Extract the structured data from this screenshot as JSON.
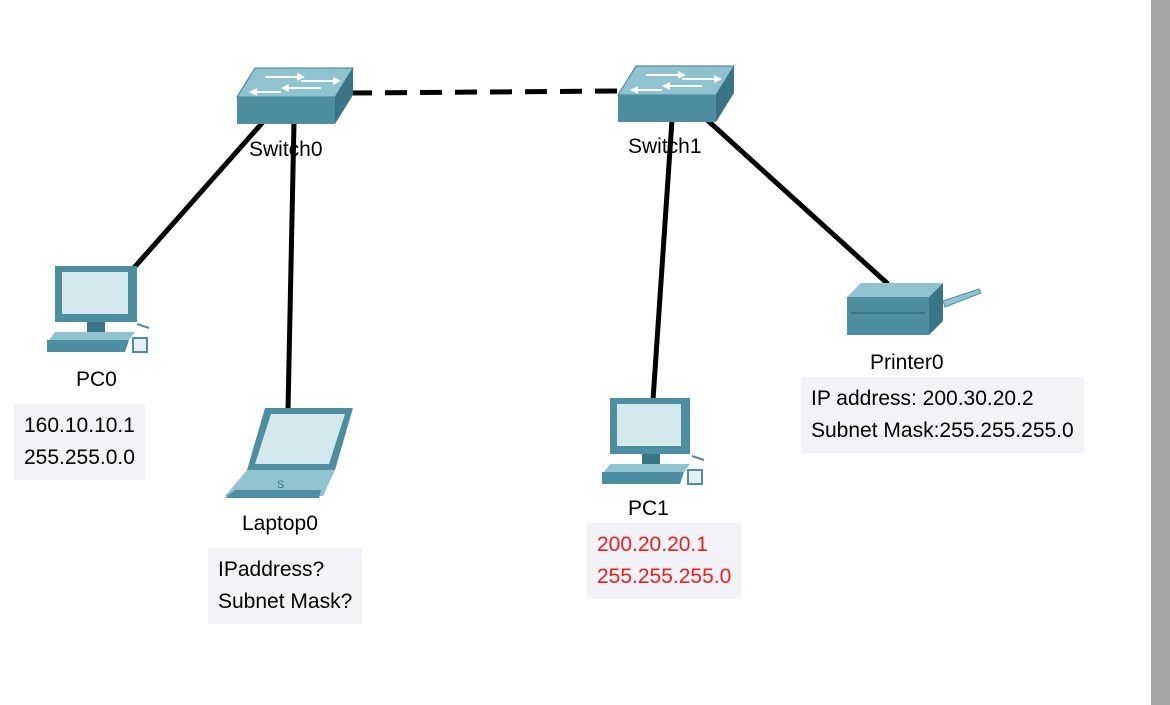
{
  "colors": {
    "device_teal": "#4d8ea0",
    "device_light": "#8fc3d0",
    "screen": "#d3e9ee",
    "link": "#000000",
    "note_bg": "#f3f3f7",
    "red_text": "#ee1d1d"
  },
  "devices": {
    "switch0": {
      "label": "Switch0",
      "icon": "switch-icon"
    },
    "switch1": {
      "label": "Switch1",
      "icon": "switch-icon"
    },
    "pc0": {
      "label": "PC0",
      "icon": "pc-icon"
    },
    "laptop0": {
      "label": "Laptop0",
      "icon": "laptop-icon"
    },
    "pc1": {
      "label": "PC1",
      "icon": "pc-icon"
    },
    "printer0": {
      "label": "Printer0",
      "icon": "printer-icon"
    }
  },
  "notes": {
    "pc0": {
      "line1": "160.10.10.1",
      "line2": "255.255.0.0"
    },
    "laptop0": {
      "line1": "IPaddress?",
      "line2": "Subnet Mask?"
    },
    "pc1": {
      "line1": "200.20.20.1",
      "line2": "255.255.255.0"
    },
    "printer0": {
      "line1": "IP address: 200.30.20.2",
      "line2": "Subnet Mask:255.255.255.0"
    }
  },
  "links": [
    {
      "from": "switch0",
      "to": "switch1",
      "style": "dashed"
    },
    {
      "from": "switch0",
      "to": "pc0",
      "style": "solid"
    },
    {
      "from": "switch0",
      "to": "laptop0",
      "style": "solid"
    },
    {
      "from": "switch1",
      "to": "pc1",
      "style": "solid"
    },
    {
      "from": "switch1",
      "to": "printer0",
      "style": "solid"
    }
  ]
}
